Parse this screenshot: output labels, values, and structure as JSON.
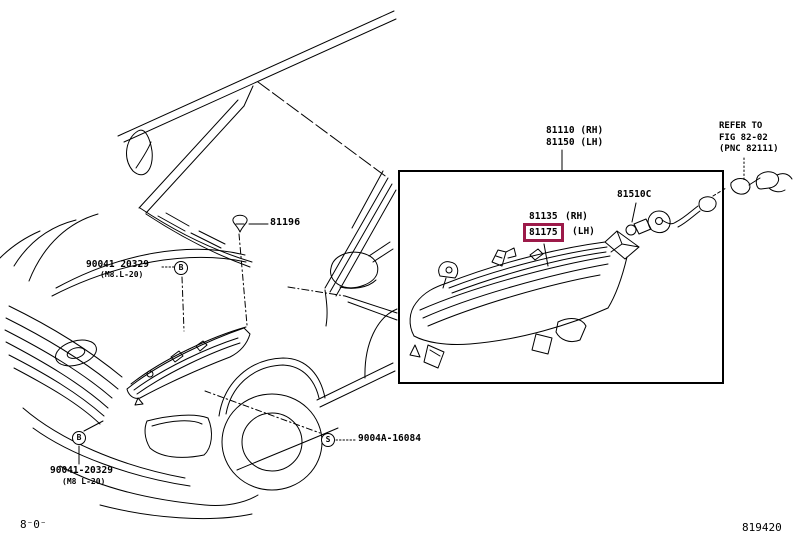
{
  "figure": {
    "page_code": "8⁻0⁻",
    "figure_code": "819420"
  },
  "colors": {
    "line": "#000000",
    "background": "#ffffff",
    "highlight": "#9c1a49"
  },
  "callouts": {
    "assembly_rh": "81110 (RH)",
    "assembly_lh": "81150 (LH)",
    "unit_rh_number": "81135",
    "unit_rh_side": "(RH)",
    "unit_lh_number": "81175",
    "unit_lh_side": "(LH)",
    "bulb_socket": "81510C",
    "clip": "81196",
    "bolt_upper_number": "90041 20329",
    "bolt_upper_size": "(M8.L-20)",
    "bolt_upper_marker": "B",
    "bolt_lower_number": "90041-20329",
    "bolt_lower_size": "(M8 L-20)",
    "bolt_lower_marker": "B",
    "screw_number": "9004A-16084",
    "screw_marker": "S",
    "refer_line1": "REFER TO",
    "refer_line2": "FIG 82-02",
    "refer_line3": "(PNC 82111)"
  }
}
